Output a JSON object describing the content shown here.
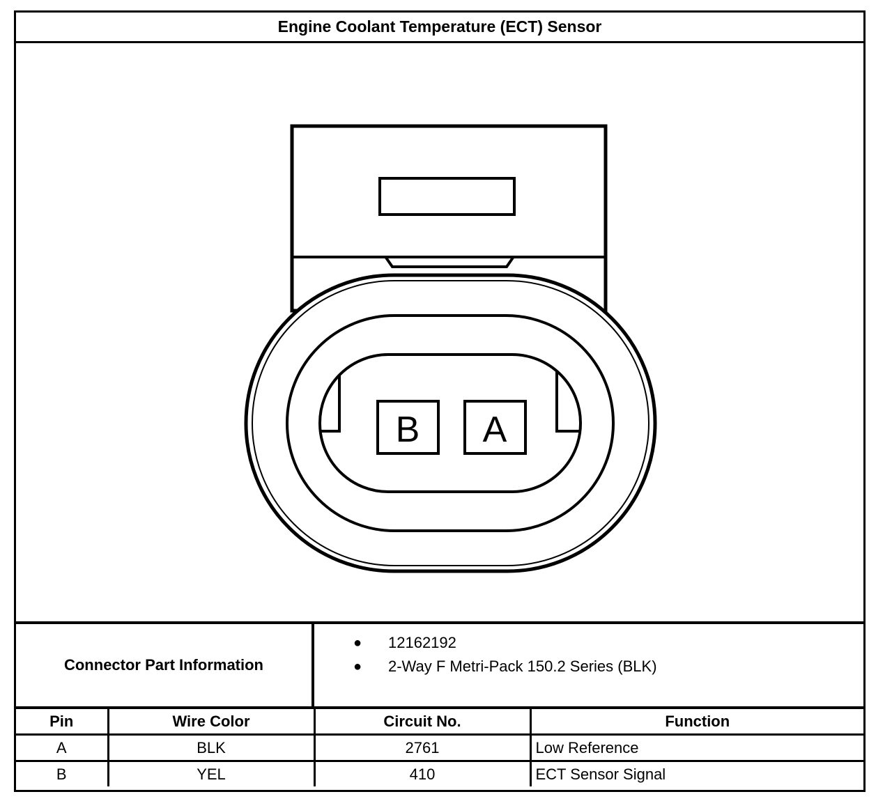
{
  "title": "Engine Coolant Temperature (ECT) Sensor",
  "connector": {
    "pin_labels": [
      "B",
      "A"
    ]
  },
  "part_info": {
    "label": "Connector Part Information",
    "items": [
      "12162192",
      "2-Way F Metri-Pack 150.2 Series (BLK)"
    ]
  },
  "pin_table": {
    "headers": [
      "Pin",
      "Wire Color",
      "Circuit No.",
      "Function"
    ],
    "rows": [
      [
        "A",
        "BLK",
        "2761",
        "Low Reference"
      ],
      [
        "B",
        "YEL",
        "410",
        "ECT Sensor Signal"
      ]
    ]
  },
  "colors": {
    "line": "#000000",
    "background": "#ffffff"
  }
}
